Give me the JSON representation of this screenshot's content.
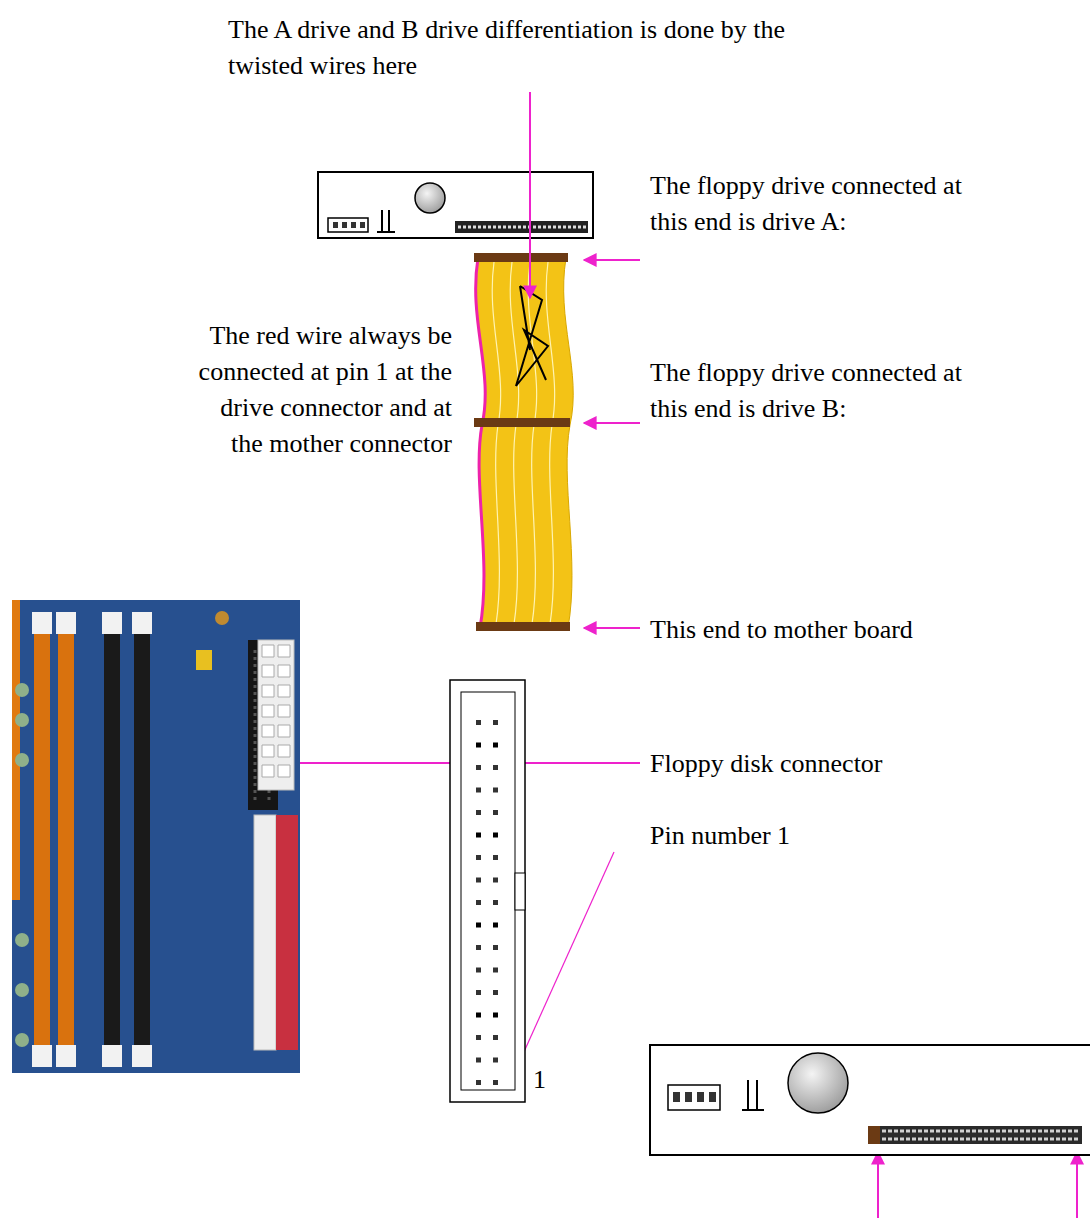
{
  "diagram": {
    "labels": [
      "The A drive and B drive differentiation is done by the twisted wires here",
      "The floppy drive connected at this end is drive A:",
      "The red wire always be connected at pin 1 at the drive connector and at the mother connector",
      "The floppy drive connected at this end is drive B:",
      "This end to mother board",
      "Floppy disk connector",
      "Pin number 1",
      "1"
    ]
  }
}
